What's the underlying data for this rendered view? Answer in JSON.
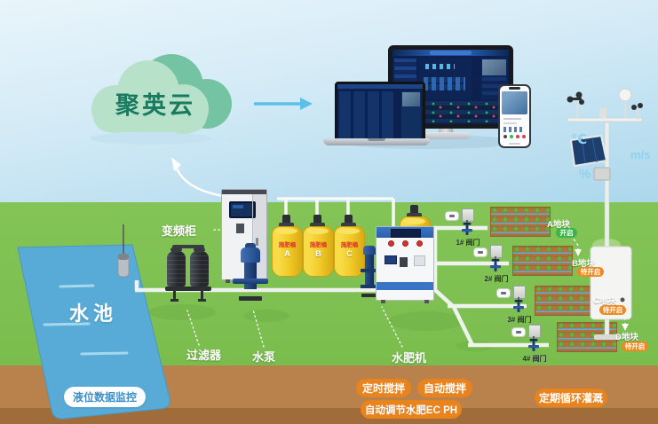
{
  "cloud": {
    "label": "聚英云"
  },
  "weather_station": {
    "temperature_unit": "℃",
    "wind_speed_unit": "m/s",
    "humidity_unit": "%"
  },
  "pool": {
    "name": "水池",
    "level_badge": "液位数据监控"
  },
  "equipment": {
    "cabinet": "变频柜",
    "filter": "过滤器",
    "pump": "水泵",
    "fertilizer_machine": "水肥机"
  },
  "tanks": [
    {
      "label": "施肥桶",
      "letter": "A"
    },
    {
      "label": "施肥桶",
      "letter": "B"
    },
    {
      "label": "施肥桶",
      "letter": "C"
    }
  ],
  "valves": [
    {
      "label": "1# 阀门"
    },
    {
      "label": "2# 阀门"
    },
    {
      "label": "3# 阀门"
    },
    {
      "label": "4# 阀门"
    }
  ],
  "plots": [
    {
      "name": "A地块",
      "status": "开启",
      "state": "on"
    },
    {
      "name": "B地块",
      "status": "待开启",
      "state": "pending"
    },
    {
      "name": "C地块",
      "status": "待开启",
      "state": "pending"
    },
    {
      "name": "D地块",
      "status": "待开启",
      "state": "pending"
    }
  ],
  "features": [
    {
      "label": "定时搅拌"
    },
    {
      "label": "自动搅拌"
    },
    {
      "label": "自动调节水肥EC PH"
    },
    {
      "label": "定期循环灌溉"
    }
  ],
  "colors": {
    "status_on": "#3bb44b",
    "status_pending": "#f0891d",
    "feature_badge": "#e8831d",
    "cloud_text": "#187a5e",
    "arrow_accent": "#5cbfe9",
    "weather_label": "#8ed2ef"
  }
}
